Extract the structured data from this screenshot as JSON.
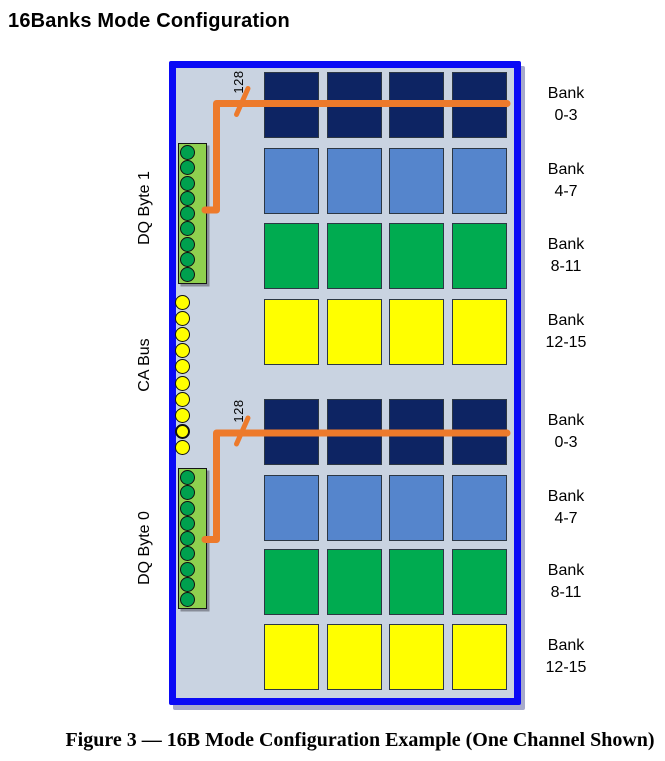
{
  "title": "16Banks Mode Configuration",
  "caption": "Figure 3 — 16B Mode Configuration Example (One Channel Shown)",
  "bus_width_label": "128",
  "colors": {
    "box_border": "#0a0af5",
    "box_fill": "#c9d3e1",
    "bank_navy": "#0d2463",
    "bank_blue": "#5585cc",
    "bank_green": "#00ab50",
    "bank_yellow": "#ffff00",
    "strip_green": "#8fd04f",
    "pin_green": "#00a04e",
    "pin_yellow": "#ffff00",
    "trace_orange": "#ed7a2b",
    "square_border": "#2c3744"
  },
  "left_labels": {
    "dq_byte_1": "DQ Byte 1",
    "ca_bus": "CA Bus",
    "dq_byte_0": "DQ Byte 0"
  },
  "connectors": {
    "dq_byte_1_pins": 9,
    "ca_bus_pins": 10,
    "dq_byte_0_pins": 9
  },
  "bank_groups": [
    {
      "rows": [
        {
          "label_line1": "Bank",
          "label_line2": "0-3"
        },
        {
          "label_line1": "Bank",
          "label_line2": "4-7"
        },
        {
          "label_line1": "Bank",
          "label_line2": "8-11"
        },
        {
          "label_line1": "Bank",
          "label_line2": "12-15"
        }
      ]
    },
    {
      "rows": [
        {
          "label_line1": "Bank",
          "label_line2": "0-3"
        },
        {
          "label_line1": "Bank",
          "label_line2": "4-7"
        },
        {
          "label_line1": "Bank",
          "label_line2": "8-11"
        },
        {
          "label_line1": "Bank",
          "label_line2": "12-15"
        }
      ]
    }
  ]
}
